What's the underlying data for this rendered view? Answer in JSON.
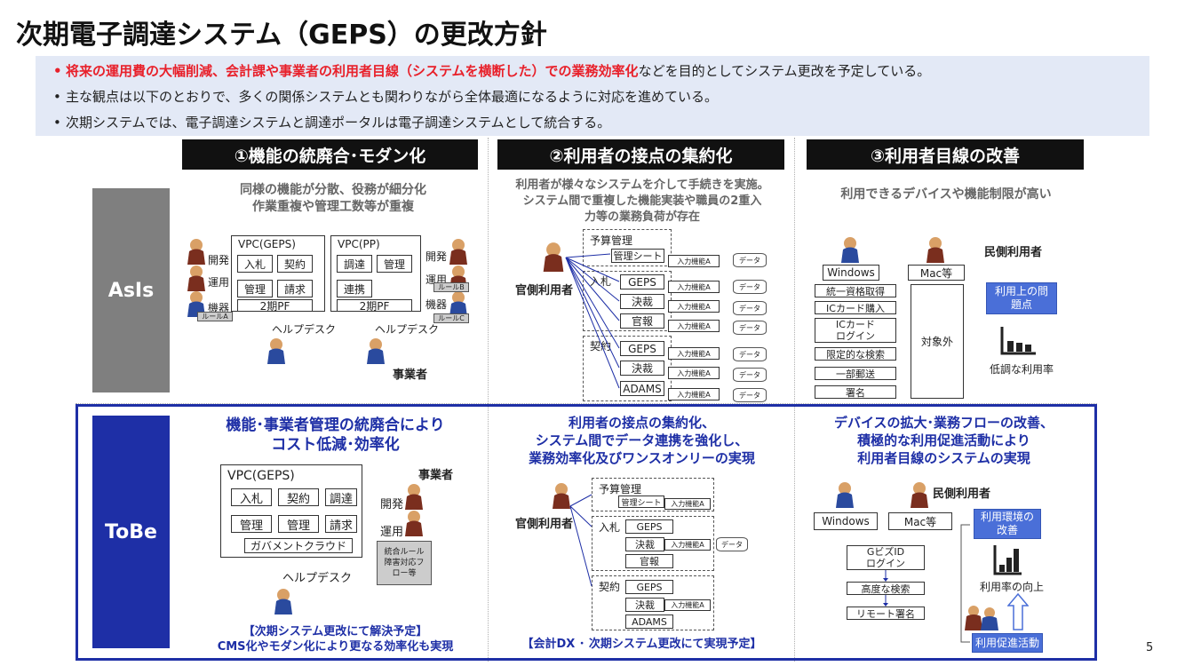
{
  "title": "次期電子調達システム（GEPS）の更改方針",
  "bullets": {
    "b1_red": "将来の運用費の大幅削減、会計課や事業者の利用者目線（システムを横断した）での業務効率化",
    "b1_rest": "などを目的としてシステム更改を予定している。",
    "b2": "主な観点は以下のとおりで、多くの関係システムとも関わりながら全体最適になるように対応を進めている。",
    "b3": "次期システムでは、電子調達システムと調達ポータルは電子調達システムとして統合する。"
  },
  "columns": {
    "c1": "①機能の統廃合･モダン化",
    "c2": "②利用者の接点の集約化",
    "c3": "③利用者目線の改善"
  },
  "rows": {
    "asis": "AsIs",
    "tobe": "ToBe"
  },
  "asis": {
    "c1_desc1": "同様の機能が分散、役務が細分化",
    "c1_desc2": "作業重複や管理工数等が重複",
    "c2_desc1": "利用者が様々なシステムを介して手続きを実施。",
    "c2_desc2": "システム間で重複した機能実装や職員の2重入",
    "c2_desc3": "力等の業務負荷が存在",
    "c3_desc": "利用できるデバイスや機能制限が高い",
    "vpc_geps": "VPC(GEPS)",
    "vpc_pp": "VPC(PP)",
    "nyusatsu": "入札",
    "keiyaku": "契約",
    "kanri": "管理",
    "seikyu": "請求",
    "chotatsu": "調達",
    "renkei": "連携",
    "pf": "2期PF",
    "kaihatsu": "開発",
    "unyou": "運用",
    "kiki": "機器",
    "ruleA": "ルールA",
    "ruleB": "ルールB",
    "ruleC": "ルールC",
    "helpdesk": "ヘルプデスク",
    "jigyosha": "事業者",
    "kangawa": "官側利用者",
    "yosan": "予算管理",
    "kanri_sheet": "管理シート",
    "nyusatsu2": "入札",
    "geps": "GEPS",
    "kessai": "決裁",
    "kanpo": "官報",
    "keiyaku2": "契約",
    "adams": "ADAMS",
    "input_func": "入力機能A",
    "data": "データ",
    "mingawa": "民側利用者",
    "windows": "Windows",
    "mac": "Mac等",
    "f1": "統一資格取得",
    "f2": "ICカード購入",
    "f3a": "ICカード",
    "f3b": "ログイン",
    "f4": "限定的な検索",
    "f5": "一部郵送",
    "f6": "署名",
    "taishogai": "対象外",
    "issue1": "利用上の問",
    "issue2": "題点",
    "low_rate": "低調な利用率"
  },
  "tobe": {
    "c1_desc1": "機能･事業者管理の統廃合により",
    "c1_desc2": "コスト低減･効率化",
    "c2_desc1": "利用者の接点の集約化、",
    "c2_desc2": "システム間でデータ連携を強化し、",
    "c2_desc3": "業務効率化及びワンスオンリーの実現",
    "c3_desc1": "デバイスの拡大･業務フローの改善、",
    "c3_desc2": "積極的な利用促進活動により",
    "c3_desc3": "利用者目線のシステムの実現",
    "vpc": "VPC(GEPS)",
    "nyusatsu": "入札",
    "keiyaku": "契約",
    "chotatsu": "調達",
    "kanri1": "管理",
    "kanri2": "管理",
    "seikyu": "請求",
    "cloud": "ガバメントクラウド",
    "jigyosha": "事業者",
    "kaihatsu": "開発",
    "unyou": "運用",
    "rule1": "統合ルール",
    "rule2": "障害対応フ",
    "rule3": "ロー等",
    "helpdesk": "ヘルプデスク",
    "note1": "【次期システム更改にて解決予定】",
    "note2": "CMS化やモダン化により更なる効率化も実現",
    "kangawa": "官側利用者",
    "yosan": "予算管理",
    "kanri_sheet": "管理シート",
    "nyusatsu2": "入札",
    "geps": "GEPS",
    "kessai": "決裁",
    "kanpo": "官報",
    "keiyaku2": "契約",
    "adams": "ADAMS",
    "input_func": "入力機能A",
    "data": "データ",
    "note_c2": "【会計DX ･ 次期システム更改にて実現予定】",
    "mingawa": "民側利用者",
    "windows": "Windows",
    "mac": "Mac等",
    "gbiz1": "GビズID",
    "gbiz2": "ログイン",
    "search": "高度な検索",
    "remote": "リモート署名",
    "env1": "利用環境の",
    "env2": "改善",
    "rate_up": "利用率の向上",
    "promo": "利用促進活動"
  },
  "page_number": "5",
  "colors": {
    "blue_frame": "#1e2fa6",
    "asis_gray": "#7f7f7f",
    "tobe_blue": "#1e2fa6",
    "accent_red": "#e8202a"
  }
}
